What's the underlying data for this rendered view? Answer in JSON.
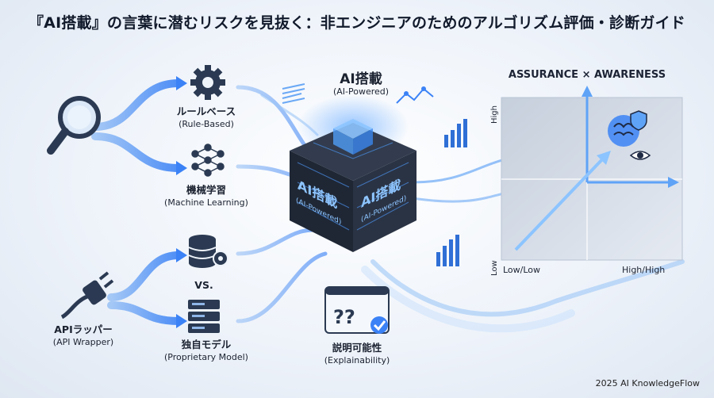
{
  "title": "『AI搭載』の言葉に潜むリスクを見抜く：非エンジニアのためのアルゴリズム評価・診断ガイド",
  "left_top": {
    "rule_based": {
      "label": "ルールベース",
      "sub": "(Rule-Based)"
    },
    "machine_learning": {
      "label": "機械学習",
      "sub": "(Machine Learning)"
    }
  },
  "left_bottom": {
    "api_wrapper": {
      "label": "APIラッパー",
      "sub": "(API Wrapper)"
    },
    "vs": "VS.",
    "proprietary": {
      "label": "独自モデル",
      "sub": "(Proprietary Model)"
    }
  },
  "cube": {
    "title": "AI搭載",
    "sub": "(AI-Powered)",
    "face_left_main": "AI搭載",
    "face_left_sub": "(AI-Powered)",
    "face_right_main": "AI搭載",
    "face_right_sub": "(AI-Powered)"
  },
  "explainability": {
    "label": "説明可能性",
    "sub": "(Explainability)"
  },
  "quadrant": {
    "title": "ASSURANCE × AWARENESS",
    "y_high": "High",
    "y_low": "Low",
    "x_low": "Low/Low",
    "x_high": "High/High"
  },
  "footer": "2025 AI KnowledgeFlow",
  "colors": {
    "accent": "#3b82f6",
    "dark": "#1f2937",
    "glow": "#60a5fa"
  }
}
